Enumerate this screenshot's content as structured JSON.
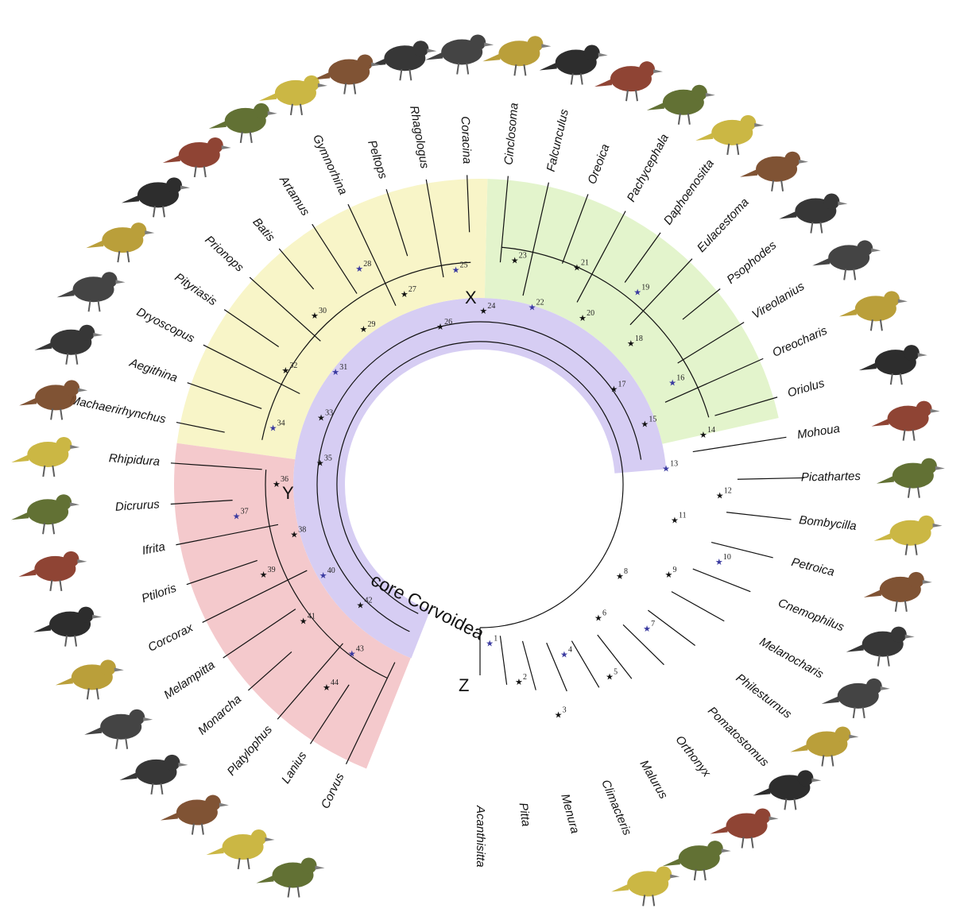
{
  "taxa": [
    "Acanthisitta",
    "Pitta",
    "Menura",
    "Climacteris",
    "Malurus",
    "Orthonyx",
    "Pomatostomus",
    "Philesturnus",
    "Melanocharis",
    "Cnemophilus",
    "Petroica",
    "Bombycilla",
    "Picathartes",
    "Mohoua",
    "Oriolus",
    "Oreocharis",
    "Vireolanius",
    "Psophodes",
    "Eulacestoma",
    "Daphoenositta",
    "Pachycephala",
    "Oreoica",
    "Falcunculus",
    "Cinclosoma",
    "Coracina",
    "Rhagologus",
    "Peltops",
    "Gymnorhina",
    "Artamus",
    "Batis",
    "Prionops",
    "Pityriasis",
    "Dryoscopus",
    "Aegithina",
    "Machaerirhynchus",
    "Rhipidura",
    "Dicrurus",
    "Ifrita",
    "Ptiloris",
    "Corcorax",
    "Melampitta",
    "Monarcha",
    "Platylophus",
    "Lanius",
    "Corvus"
  ],
  "clades": {
    "x": "X",
    "y": "Y",
    "z": "Z",
    "core": "core Corvoidea"
  },
  "node_numbers": [
    "1",
    "2",
    "3",
    "4",
    "5",
    "6",
    "7",
    "8",
    "9",
    "10",
    "11",
    "12",
    "13",
    "14",
    "15",
    "16",
    "17",
    "18",
    "19",
    "20",
    "21",
    "22",
    "23",
    "24",
    "25",
    "26",
    "27",
    "28",
    "29",
    "30",
    "31",
    "32",
    "33",
    "34",
    "35",
    "36",
    "37",
    "38",
    "39",
    "40",
    "41",
    "42",
    "43",
    "44"
  ],
  "colors": {
    "clade_x": "#e3f4cc",
    "clade_y": "#f8f5c8",
    "clade_z": "#f4c9cc",
    "core": "#d6cdf3",
    "black_star": "#111111",
    "blue_star": "#3a3aa0",
    "indel_mark": "#c0302a"
  },
  "bird_icons": "bird-illustration"
}
